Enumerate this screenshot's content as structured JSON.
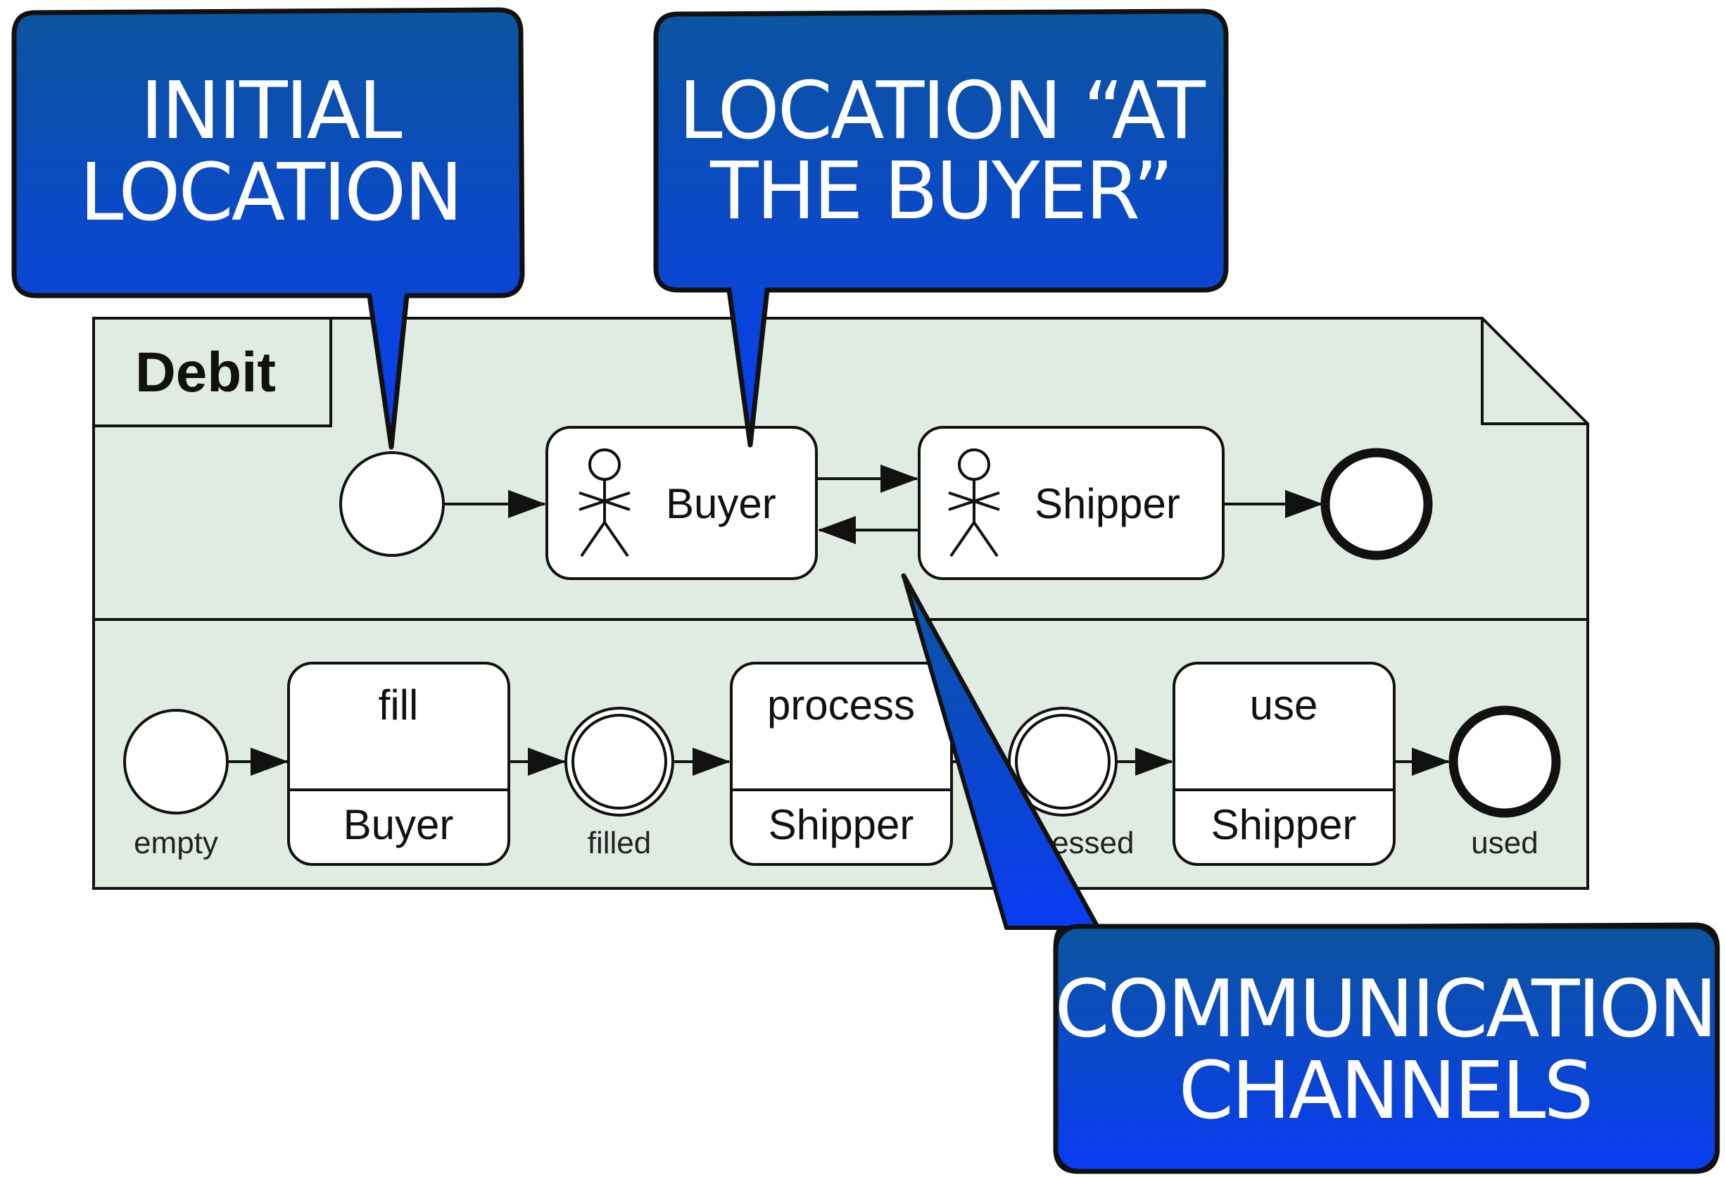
{
  "diagram": {
    "title": "Debit",
    "lanes": {
      "top": {
        "participants": [
          {
            "id": "buyer",
            "label": "Buyer"
          },
          {
            "id": "shipper",
            "label": "Shipper"
          }
        ]
      },
      "bottom": {
        "tasks": [
          {
            "id": "fill",
            "top": "fill",
            "bottom": "Buyer"
          },
          {
            "id": "process",
            "top": "process",
            "bottom": "Shipper"
          },
          {
            "id": "use",
            "top": "use",
            "bottom": "Shipper"
          }
        ],
        "states": [
          "empty",
          "filled",
          "processed",
          "used"
        ]
      }
    }
  },
  "callouts": [
    {
      "id": "initial-location",
      "lines": [
        "INITIAL",
        "LOCATION"
      ]
    },
    {
      "id": "location-at-buyer",
      "lines": [
        "LOCATION “AT",
        "THE BUYER”"
      ]
    },
    {
      "id": "communication-channels",
      "lines": [
        "COMMUNICATION",
        "CHANNELS"
      ]
    }
  ],
  "colors": {
    "callout_top": "#0a4fa0",
    "callout_bottom": "#0a3ef0",
    "panel_fill": "#e0ece2",
    "stroke": "#111111"
  }
}
